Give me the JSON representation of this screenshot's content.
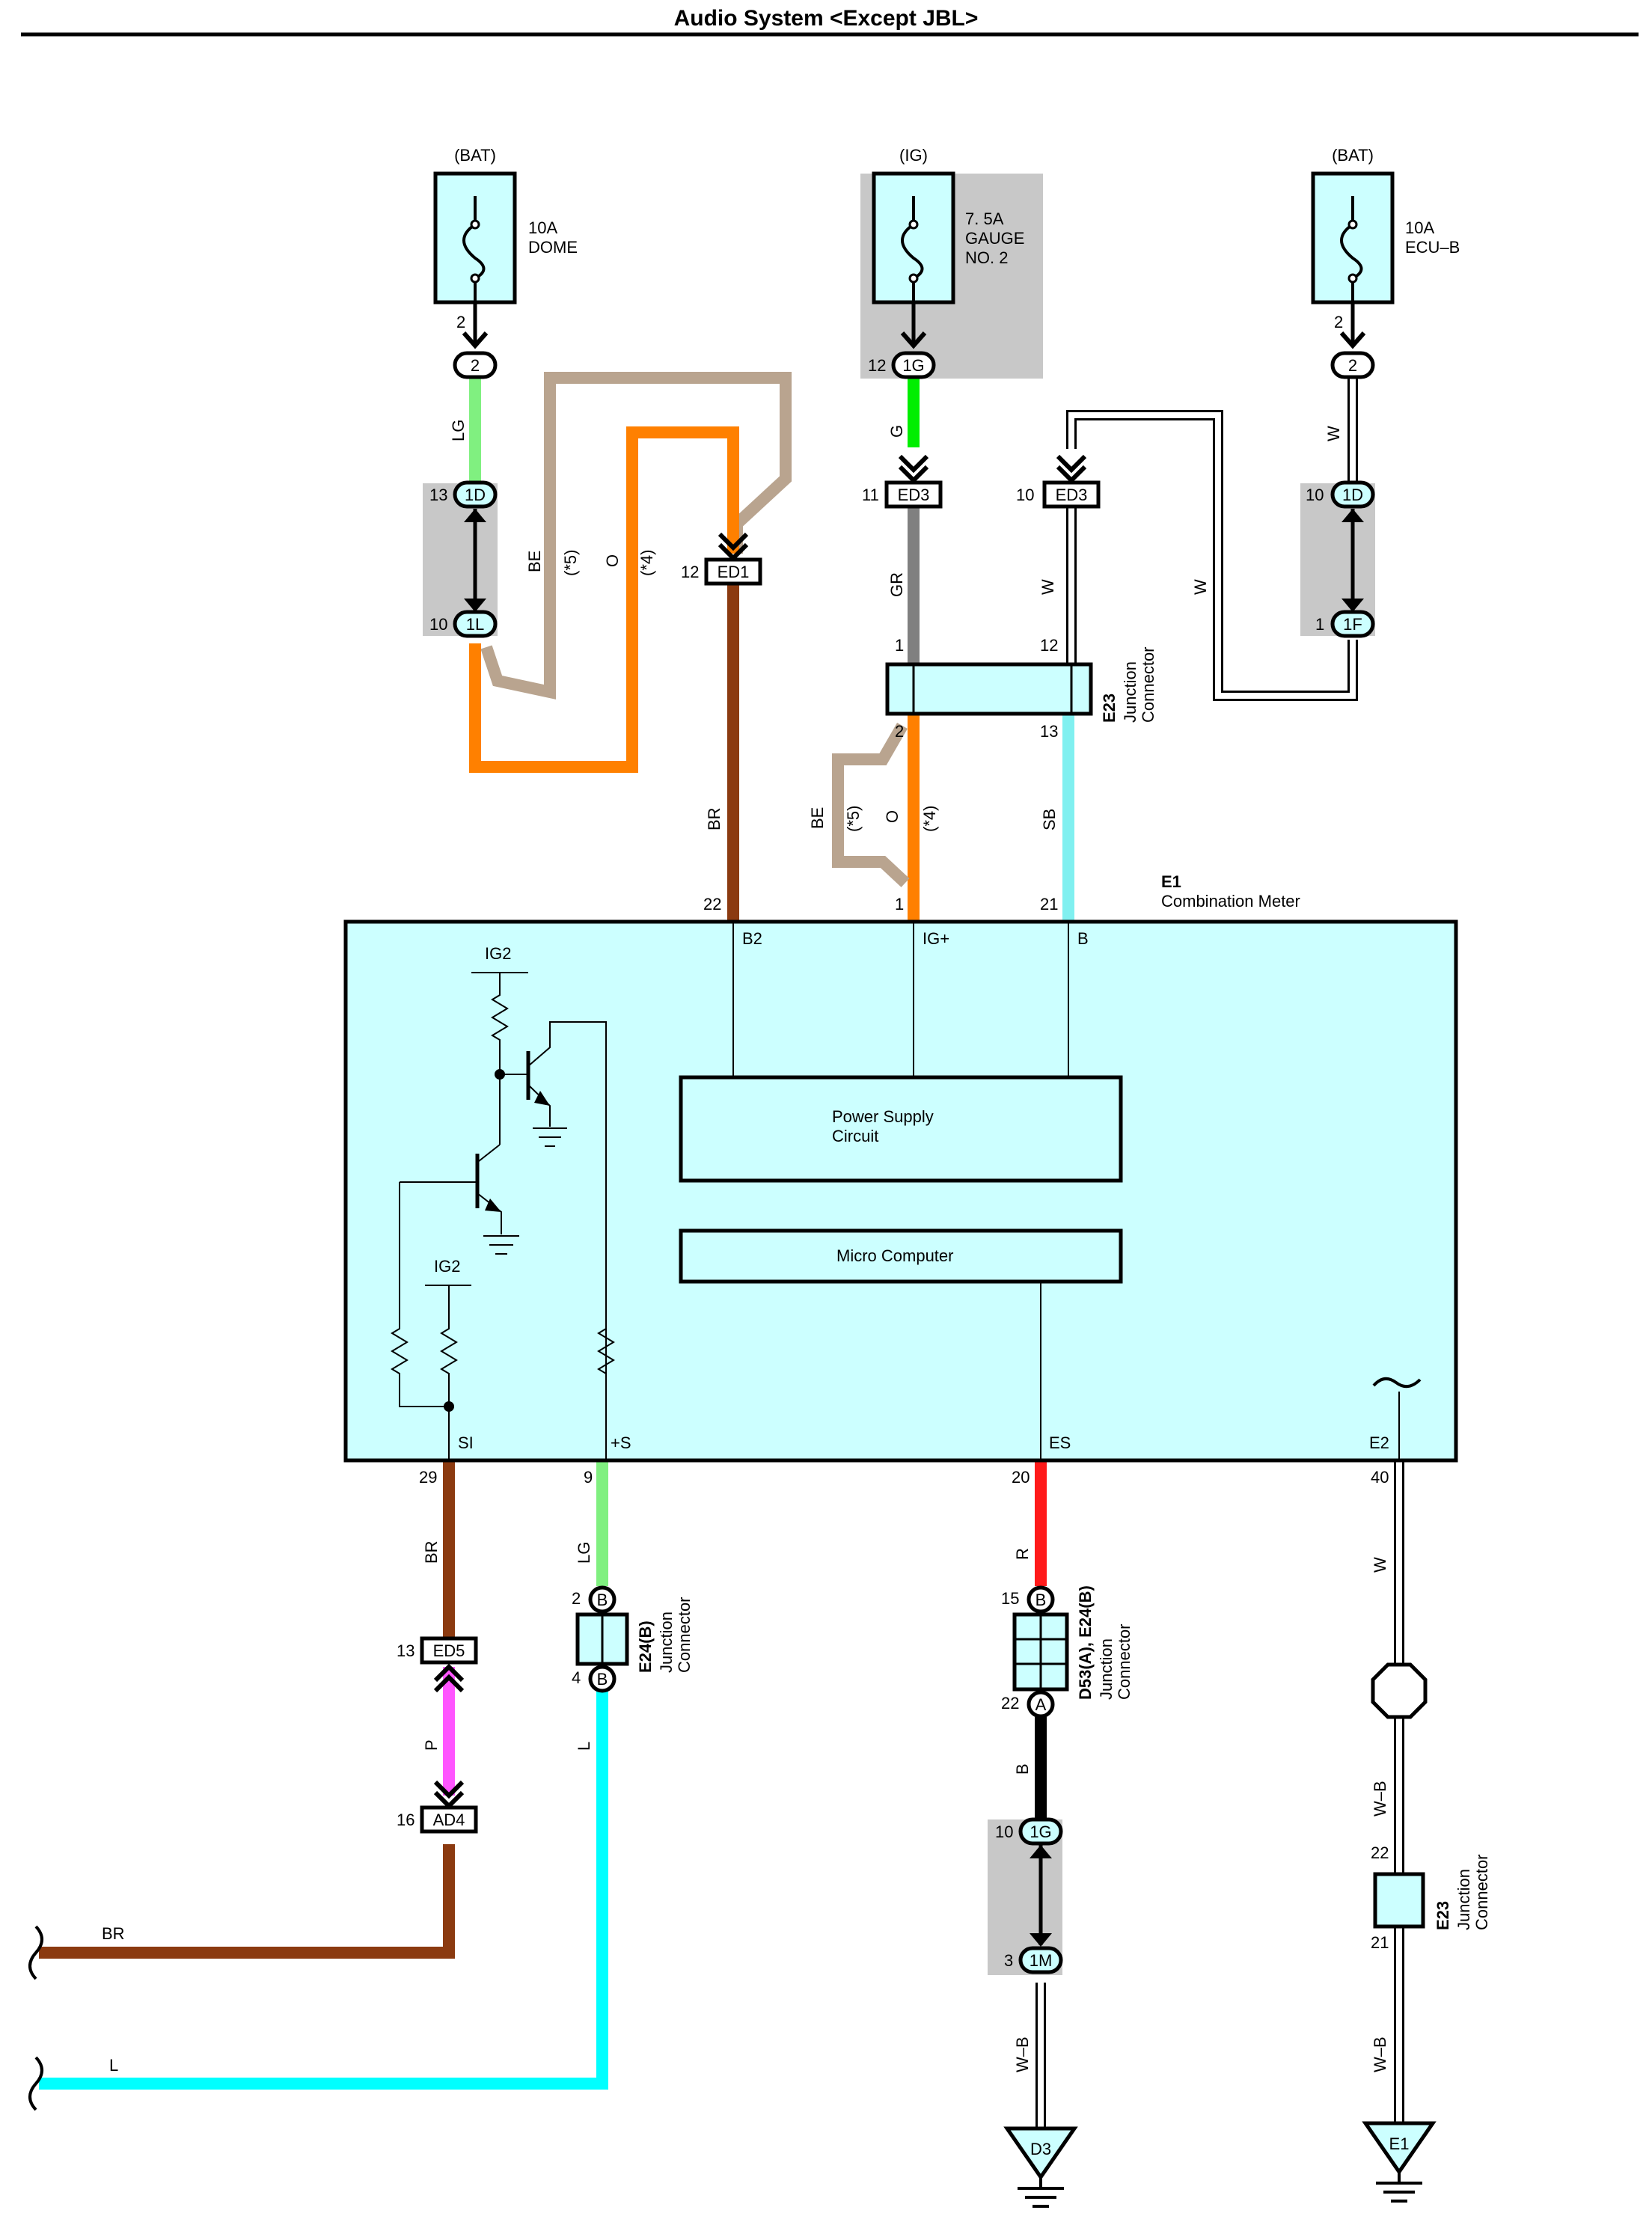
{
  "title": "Audio System <Except JBL>",
  "fuses": [
    {
      "source": "(BAT)",
      "rating": "10A",
      "name": "DOME",
      "pin": "2",
      "connector": "2"
    },
    {
      "source": "(IG)",
      "rating": "7. 5A",
      "name": "GAUGE",
      "name2": "NO. 2",
      "pin": "12",
      "connector": "1G"
    },
    {
      "source": "(BAT)",
      "rating": "10A",
      "name": "ECU–B",
      "pin": "2",
      "connector": "2"
    }
  ],
  "junction_blocks": [
    {
      "top_pin": "13",
      "top_conn": "1D",
      "bottom_pin": "10",
      "bottom_conn": "1L"
    },
    {
      "top_pin": "10",
      "top_conn": "1D",
      "bottom_pin": "1",
      "bottom_conn": "1F"
    },
    {
      "top_pin": "10",
      "top_conn": "1G",
      "bottom_pin": "3",
      "bottom_conn": "1M"
    }
  ],
  "connectors": {
    "ed1": {
      "pin": "12",
      "name": "ED1"
    },
    "ed3a": {
      "pin": "11",
      "name": "ED3"
    },
    "ed3b": {
      "pin": "10",
      "name": "ED3"
    },
    "ed5": {
      "pin": "13",
      "name": "ED5"
    },
    "ad4": {
      "pin": "16",
      "name": "AD4"
    }
  },
  "e23_top": {
    "id": "E23",
    "label1": "Junction",
    "label2": "Connector",
    "pins": {
      "p1": "1",
      "p12": "12",
      "p2": "2",
      "p13": "13"
    }
  },
  "e24": {
    "id": "E24(B)",
    "label1": "Junction",
    "label2": "Connector",
    "pin_top": "2",
    "conn_top": "B",
    "pin_bottom": "4",
    "conn_bottom": "B"
  },
  "d53": {
    "id": "D53(A), E24(B)",
    "label1": "Junction",
    "label2": "Connector",
    "pin_top": "15",
    "conn_top": "B",
    "pin_bottom": "22",
    "conn_bottom": "A"
  },
  "e23_bottom": {
    "id": "E23",
    "label1": "Junction",
    "label2": "Connector",
    "pin_top": "22",
    "pin_bottom": "21"
  },
  "wires": {
    "lg_top": "LG",
    "be_top": "BE",
    "be_top_note": "(*5)",
    "o_top": "O",
    "o_top_note": "(*4)",
    "g": "G",
    "gr": "GR",
    "w1": "W",
    "w2": "W",
    "w3": "W",
    "br_mid": "BR",
    "be_mid": "BE",
    "be_mid_note": "(*5)",
    "o_mid": "O",
    "o_mid_note": "(*4)",
    "sb": "SB",
    "br_low": "BR",
    "p": "P",
    "lg_low": "LG",
    "l_low": "L",
    "r": "R",
    "b": "B",
    "wb_d3": "W–B",
    "w_low": "W",
    "wb_e1a": "W–B",
    "wb_e1b": "W–B",
    "br_out": "BR",
    "l_out": "L"
  },
  "meter": {
    "id": "E1",
    "name": "Combination Meter",
    "top_pins": [
      {
        "pin": "22",
        "term": "B2"
      },
      {
        "pin": "1",
        "term": "IG+"
      },
      {
        "pin": "21",
        "term": "B"
      }
    ],
    "bottom_pins": [
      {
        "pin": "29",
        "term": "SI"
      },
      {
        "pin": "9",
        "term": "+S"
      },
      {
        "pin": "20",
        "term": "ES"
      },
      {
        "pin": "40",
        "term": "E2"
      }
    ],
    "psu_line1": "Power Supply",
    "psu_line2": "Circuit",
    "micro": "Micro Computer",
    "ig2_a": "IG2",
    "ig2_b": "IG2"
  },
  "grounds": {
    "d3": "D3",
    "e1": "E1"
  },
  "colors": {
    "lg": "#80f080",
    "be": "#b9a48f",
    "orange": "#ff8000",
    "br": "#8b3a10",
    "green": "#00ee00",
    "gray": "#808080",
    "sb": "#80f0f0",
    "red": "#ff1a1a",
    "pink": "#ff55ff",
    "cyan": "#00ffff",
    "black": "#000000",
    "panel": "#ccffff",
    "shade": "#c8c8c8"
  }
}
